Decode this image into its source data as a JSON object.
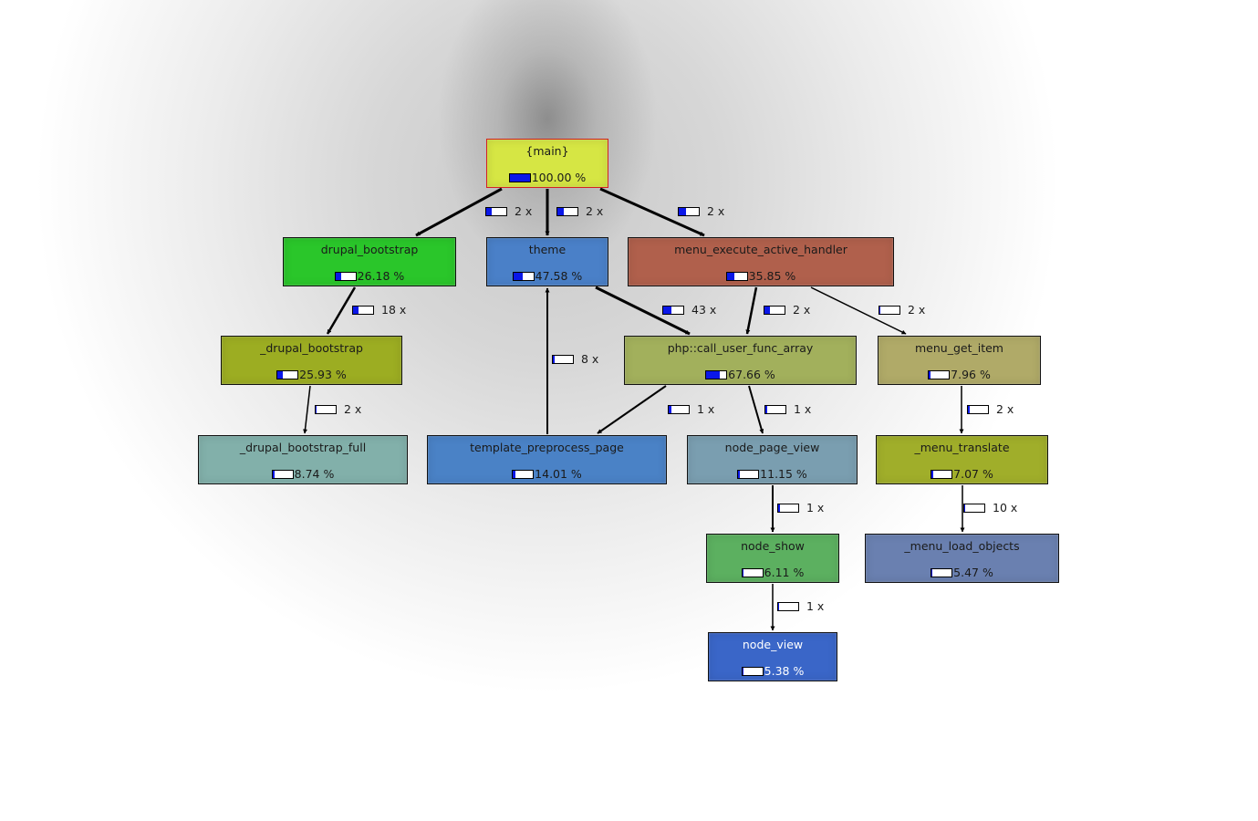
{
  "diagram": {
    "type": "call-graph",
    "nodes": [
      {
        "id": "main",
        "label": "{main}",
        "percent": "100.00 %",
        "fraction": 1.0,
        "color": "#d6e644",
        "root": true
      },
      {
        "id": "drupal_bootstrap",
        "label": "drupal_bootstrap",
        "percent": "26.18 %",
        "fraction": 0.2618,
        "color": "#2ac62a"
      },
      {
        "id": "theme",
        "label": "theme",
        "percent": "47.58 %",
        "fraction": 0.4758,
        "color": "#4a80c8"
      },
      {
        "id": "menu_execute_active_handler",
        "label": "menu_execute_active_handler",
        "percent": "35.85 %",
        "fraction": 0.3585,
        "color": "#b0604c"
      },
      {
        "id": "_drupal_bootstrap",
        "label": "_drupal_bootstrap",
        "percent": "25.93 %",
        "fraction": 0.2593,
        "color": "#9cad22"
      },
      {
        "id": "php_call_user_func_array",
        "label": "php::call_user_func_array",
        "percent": "67.66 %",
        "fraction": 0.6766,
        "color": "#a2b05c"
      },
      {
        "id": "menu_get_item",
        "label": "menu_get_item",
        "percent": "7.96 %",
        "fraction": 0.0796,
        "color": "#b0aa68"
      },
      {
        "id": "_drupal_bootstrap_full",
        "label": "_drupal_bootstrap_full",
        "percent": "8.74 %",
        "fraction": 0.0874,
        "color": "#82b0aa"
      },
      {
        "id": "template_preprocess_page",
        "label": "template_preprocess_page",
        "percent": "14.01 %",
        "fraction": 0.1401,
        "color": "#4a82c6"
      },
      {
        "id": "node_page_view",
        "label": "node_page_view",
        "percent": "11.15 %",
        "fraction": 0.1115,
        "color": "#7a9eb0"
      },
      {
        "id": "_menu_translate",
        "label": "_menu_translate",
        "percent": "7.07 %",
        "fraction": 0.0707,
        "color": "#a0ae2a"
      },
      {
        "id": "node_show",
        "label": "node_show",
        "percent": "6.11 %",
        "fraction": 0.0611,
        "color": "#5cb060"
      },
      {
        "id": "_menu_load_objects",
        "label": "_menu_load_objects",
        "percent": "5.47 %",
        "fraction": 0.0547,
        "color": "#6a80b0"
      },
      {
        "id": "node_view",
        "label": "node_view",
        "percent": "5.38 %",
        "fraction": 0.0538,
        "color": "#3a66c8",
        "light_text": true
      }
    ],
    "edges": [
      {
        "from": "main",
        "to": "drupal_bootstrap",
        "calls": "2 x",
        "fraction": 0.26
      },
      {
        "from": "main",
        "to": "theme",
        "calls": "2 x",
        "fraction": 0.33
      },
      {
        "from": "main",
        "to": "menu_execute_active_handler",
        "calls": "2 x",
        "fraction": 0.36
      },
      {
        "from": "drupal_bootstrap",
        "to": "_drupal_bootstrap",
        "calls": "18 x",
        "fraction": 0.26
      },
      {
        "from": "theme",
        "to": "php_call_user_func_array",
        "calls": "43 x",
        "fraction": 0.42
      },
      {
        "from": "menu_execute_active_handler",
        "to": "php_call_user_func_array",
        "calls": "2 x",
        "fraction": 0.26
      },
      {
        "from": "menu_execute_active_handler",
        "to": "menu_get_item",
        "calls": "2 x",
        "fraction": 0.05
      },
      {
        "from": "_drupal_bootstrap",
        "to": "_drupal_bootstrap_full",
        "calls": "2 x",
        "fraction": 0.05
      },
      {
        "from": "template_preprocess_page",
        "to": "theme",
        "calls": "8 x",
        "fraction": 0.08
      },
      {
        "from": "php_call_user_func_array",
        "to": "template_preprocess_page",
        "calls": "1 x",
        "fraction": 0.14
      },
      {
        "from": "php_call_user_func_array",
        "to": "node_page_view",
        "calls": "1 x",
        "fraction": 0.11
      },
      {
        "from": "menu_get_item",
        "to": "_menu_translate",
        "calls": "2 x",
        "fraction": 0.07
      },
      {
        "from": "node_page_view",
        "to": "node_show",
        "calls": "1 x",
        "fraction": 0.08
      },
      {
        "from": "_menu_translate",
        "to": "_menu_load_objects",
        "calls": "10 x",
        "fraction": 0.05
      },
      {
        "from": "node_show",
        "to": "node_view",
        "calls": "1 x",
        "fraction": 0.03
      }
    ]
  }
}
